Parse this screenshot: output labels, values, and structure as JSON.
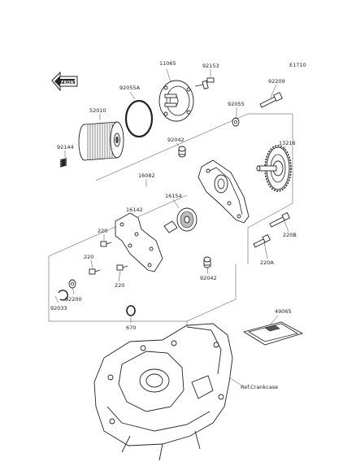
{
  "diagram_code": "E1710",
  "front_label": "FRONT",
  "crankcase_ref": "Ref.Crankcase",
  "parts": {
    "p11065": "11065",
    "p92153": "92153",
    "p92055a": "92055A",
    "p52010": "52010",
    "p92144": "92144",
    "p92209": "92209",
    "p92055": "92055",
    "p92042_top": "92042",
    "p13216": "13216",
    "p16082": "16082",
    "p16154": "16154",
    "p16142": "16142",
    "p220_a": "220",
    "p220_b": "220",
    "p220_c": "220",
    "p92200": "92200",
    "p92033": "92033",
    "p670": "670",
    "p92042_bottom": "92042",
    "p220b": "220B",
    "p220a": "220A",
    "p49065": "49065"
  }
}
